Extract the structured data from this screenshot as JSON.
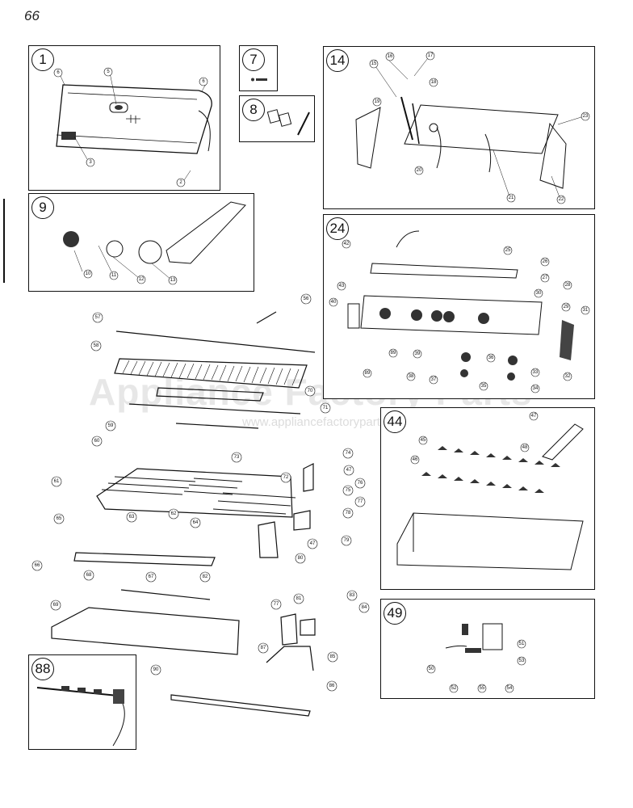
{
  "page_number": "66",
  "watermark": {
    "name": "Appliance Factory Parts",
    "url": "www.appliancefactoryparts.com"
  },
  "groups": [
    {
      "id": "g1",
      "label": "1",
      "callouts": [
        "6",
        "5",
        "6",
        "3",
        "2"
      ]
    },
    {
      "id": "g7",
      "label": "7",
      "callouts": []
    },
    {
      "id": "g8",
      "label": "8",
      "callouts": []
    },
    {
      "id": "g14",
      "label": "14",
      "callouts": [
        "16",
        "17",
        "15",
        "18",
        "19",
        "20",
        "23",
        "21",
        "22"
      ]
    },
    {
      "id": "g9",
      "label": "9",
      "callouts": [
        "10",
        "11",
        "12",
        "13"
      ]
    },
    {
      "id": "g24",
      "label": "24",
      "callouts": [
        "42",
        "25",
        "26",
        "27",
        "43",
        "30",
        "28",
        "40",
        "29",
        "31",
        "89",
        "39",
        "37",
        "36",
        "33",
        "89",
        "38",
        "35",
        "34",
        "32"
      ]
    },
    {
      "id": "g44",
      "label": "44",
      "callouts": [
        "47",
        "45",
        "48",
        "46"
      ]
    },
    {
      "id": "g49",
      "label": "49",
      "callouts": [
        "51",
        "50",
        "53",
        "52",
        "55",
        "54"
      ]
    },
    {
      "id": "g88",
      "label": "88",
      "callouts": []
    }
  ],
  "main_callouts": [
    "57",
    "56",
    "58",
    "70",
    "71",
    "59",
    "60",
    "73",
    "74",
    "47",
    "61",
    "72",
    "75",
    "76",
    "65",
    "63",
    "62",
    "64",
    "77",
    "78",
    "47",
    "79",
    "80",
    "66",
    "67",
    "68",
    "82",
    "81",
    "77",
    "69",
    "83",
    "84",
    "87",
    "85",
    "86",
    "90"
  ]
}
